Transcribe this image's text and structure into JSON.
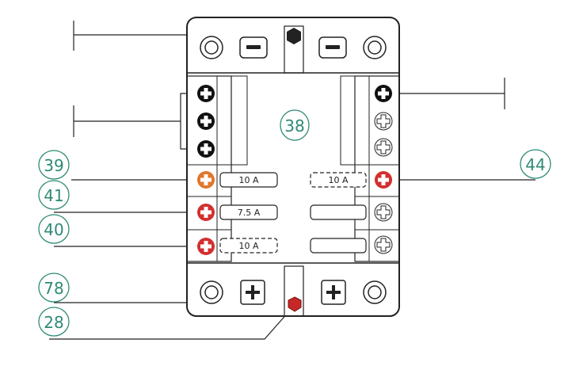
{
  "diagram": {
    "colors": {
      "callout": "#2e8a74",
      "outline": "#222222",
      "black_terminal": "#111111",
      "red_terminal": "#d32f2f",
      "orange_terminal": "#e0782a",
      "hex_nut_dark": "#222222",
      "hex_nut_red": "#c62828"
    },
    "callouts": {
      "center": "38",
      "orange_fuse": "39",
      "fuse_7_5": "41",
      "fuse_10_lower": "40",
      "right_fuse": "44",
      "bottom_a": "78",
      "bottom_b": "28"
    },
    "fuses": {
      "left_top": "10 A",
      "left_mid": "7.5 A",
      "left_bottom": "10 A",
      "right_top": "10 A"
    },
    "icons": {
      "minus_terminal": "minus-sign",
      "plus_terminal": "plus-sign",
      "screw_hole": "mounting-hole",
      "cross_screw": "cross-screw"
    }
  }
}
